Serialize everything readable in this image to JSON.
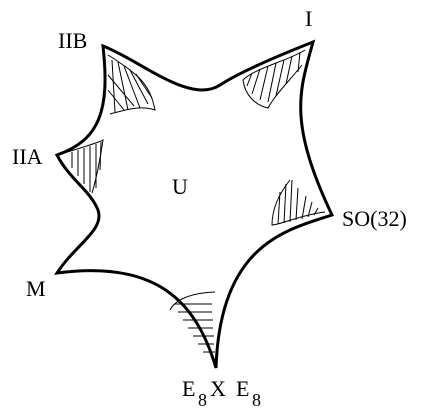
{
  "diagram": {
    "center_label": "U",
    "vertex_labels": {
      "i": "I",
      "iib": "IIB",
      "iia": "IIA",
      "m": "M",
      "e8_main": "E",
      "e8_sub": "8",
      "e8_cross": "X",
      "so32": "SO(32)"
    },
    "colors": {
      "stroke": "#000000",
      "background": "#ffffff"
    }
  }
}
